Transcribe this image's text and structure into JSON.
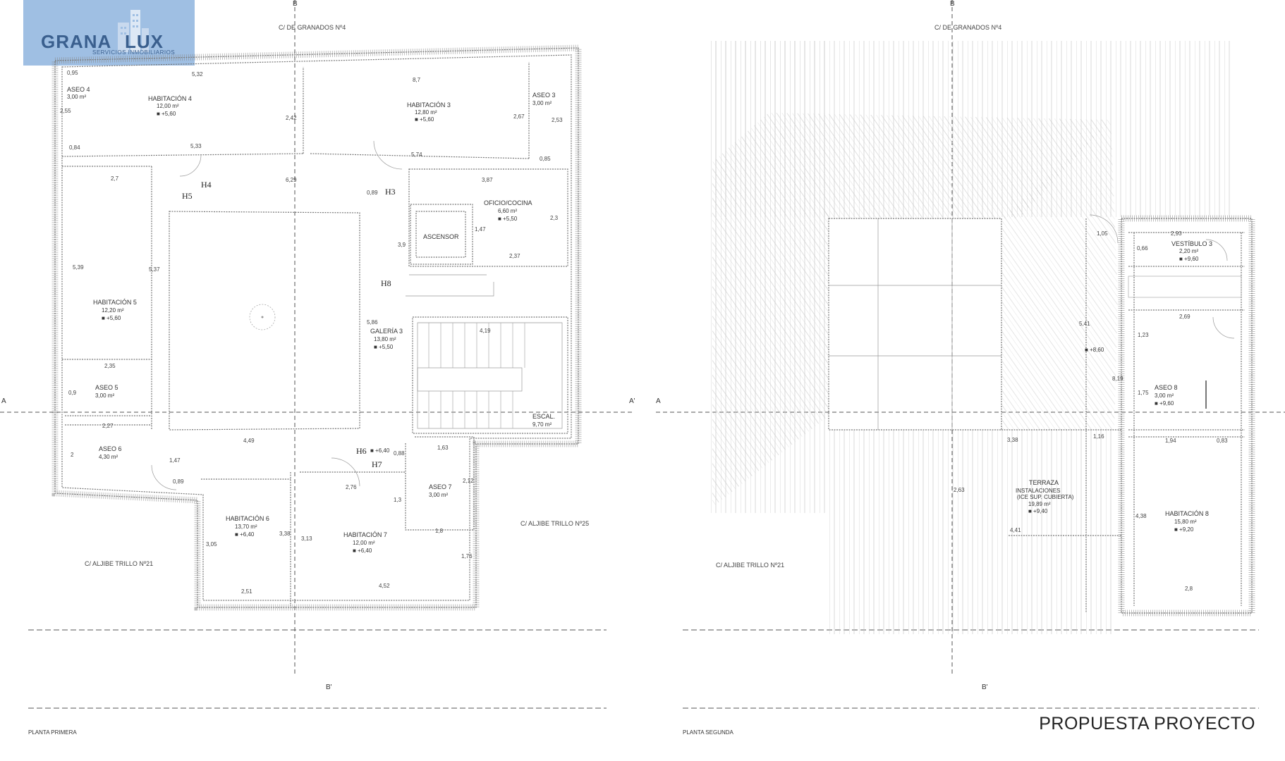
{
  "logo": {
    "brand": "GRANA   LUX",
    "tagline": "SERVICIOS INMOBILIARIOS"
  },
  "section_marks": {
    "b_top": "B",
    "b_bottom": "B'",
    "a_left": "A",
    "a_right": "A'"
  },
  "streets": {
    "granados": "C/ DE GRANADOS Nº4",
    "aljibe21": "C/ ALJIBE TRILLO Nº21",
    "aljibe25": "C/ ALJIBE TRILLO Nº25"
  },
  "plan1": {
    "footer": "PLANTA PRIMERA",
    "rooms": [
      {
        "name": "ASEO 4",
        "area": "3,00 m²"
      },
      {
        "name": "HABITACIÓN 4",
        "area": "12,00 m²",
        "level": "■ +5,60"
      },
      {
        "name": "HABITACIÓN 3",
        "area": "12,80 m²",
        "level": "■ +5,60"
      },
      {
        "name": "ASEO 3",
        "area": "3,00 m²"
      },
      {
        "name": "OFICIO/COCINA",
        "area": "6,60 m²",
        "level": "■ +5,50"
      },
      {
        "name": "ASCENSOR"
      },
      {
        "name": "HABITACIÓN 5",
        "area": "12,20 m²",
        "level": "■ +5,60"
      },
      {
        "name": "GALERÍA 3",
        "area": "13,80 m²",
        "level": "■ +5,50"
      },
      {
        "name": "ASEO 5",
        "area": "3,00 m²"
      },
      {
        "name": "ASEO 6",
        "area": "4,30 m²"
      },
      {
        "name": "ESCAL.",
        "area": "9,70 m²"
      },
      {
        "name": "ASEO 7",
        "area": "3,00 m²"
      },
      {
        "name": "HABITACIÓN 6",
        "area": "13,70 m²",
        "level": "■ +6,40"
      },
      {
        "name": "HABITACIÓN 7",
        "area": "12,00 m²",
        "level": "■ +6,40"
      }
    ],
    "hmarks": [
      "H5",
      "H4",
      "H3",
      "H8",
      "H6",
      "H7"
    ],
    "level_h6": "■ +6,40",
    "dims": [
      "0,95",
      "5,32",
      "8,7",
      "2,55",
      "0,84",
      "5,33",
      "2,42",
      "5,74",
      "2,67",
      "2,53",
      "0,85",
      "2,7",
      "6,29",
      "3,87",
      "0,89",
      "2,3",
      "1,47",
      "2,37",
      "3,9",
      "5,39",
      "5,37",
      "4,19",
      "5,86",
      "2,35",
      "0,9",
      "2,27",
      "4,49",
      "1,47",
      "0,89",
      "1,63",
      "2,76",
      "2,12",
      "1,3",
      "1,8",
      "3,05",
      "3,38",
      "3,13",
      "1,76",
      "2,51",
      "4,52",
      "2",
      "0,88"
    ]
  },
  "plan2": {
    "footer": "PLANTA SEGUNDA",
    "rooms": [
      {
        "name": "VESTÍBULO 3",
        "area": "2,20 m²",
        "level": "■ +9,60"
      },
      {
        "name": "ASEO 8",
        "area": "3,00 m²",
        "level": "■ +9,60"
      },
      {
        "name": "TERRAZA",
        "sub1": "INSTALACIONES",
        "sub2": "(ICE SUP. CUBIERTA)",
        "area": "19,89 m²",
        "level": "■ +9,40"
      },
      {
        "name": "HABITACIÓN 8",
        "area": "15,80 m²",
        "level": "■ +9,20"
      }
    ],
    "level_gallery": "■ +8,60",
    "dims": [
      "2,93",
      "1,05",
      "0,66",
      "2,69",
      "5,41",
      "1,23",
      "8,19",
      "1,75",
      "3,38",
      "1,16",
      "1,94",
      "0,83",
      "2,63",
      "4,41",
      "4,38",
      "2,8"
    ]
  },
  "title": "PROPUESTA PROYECTO"
}
